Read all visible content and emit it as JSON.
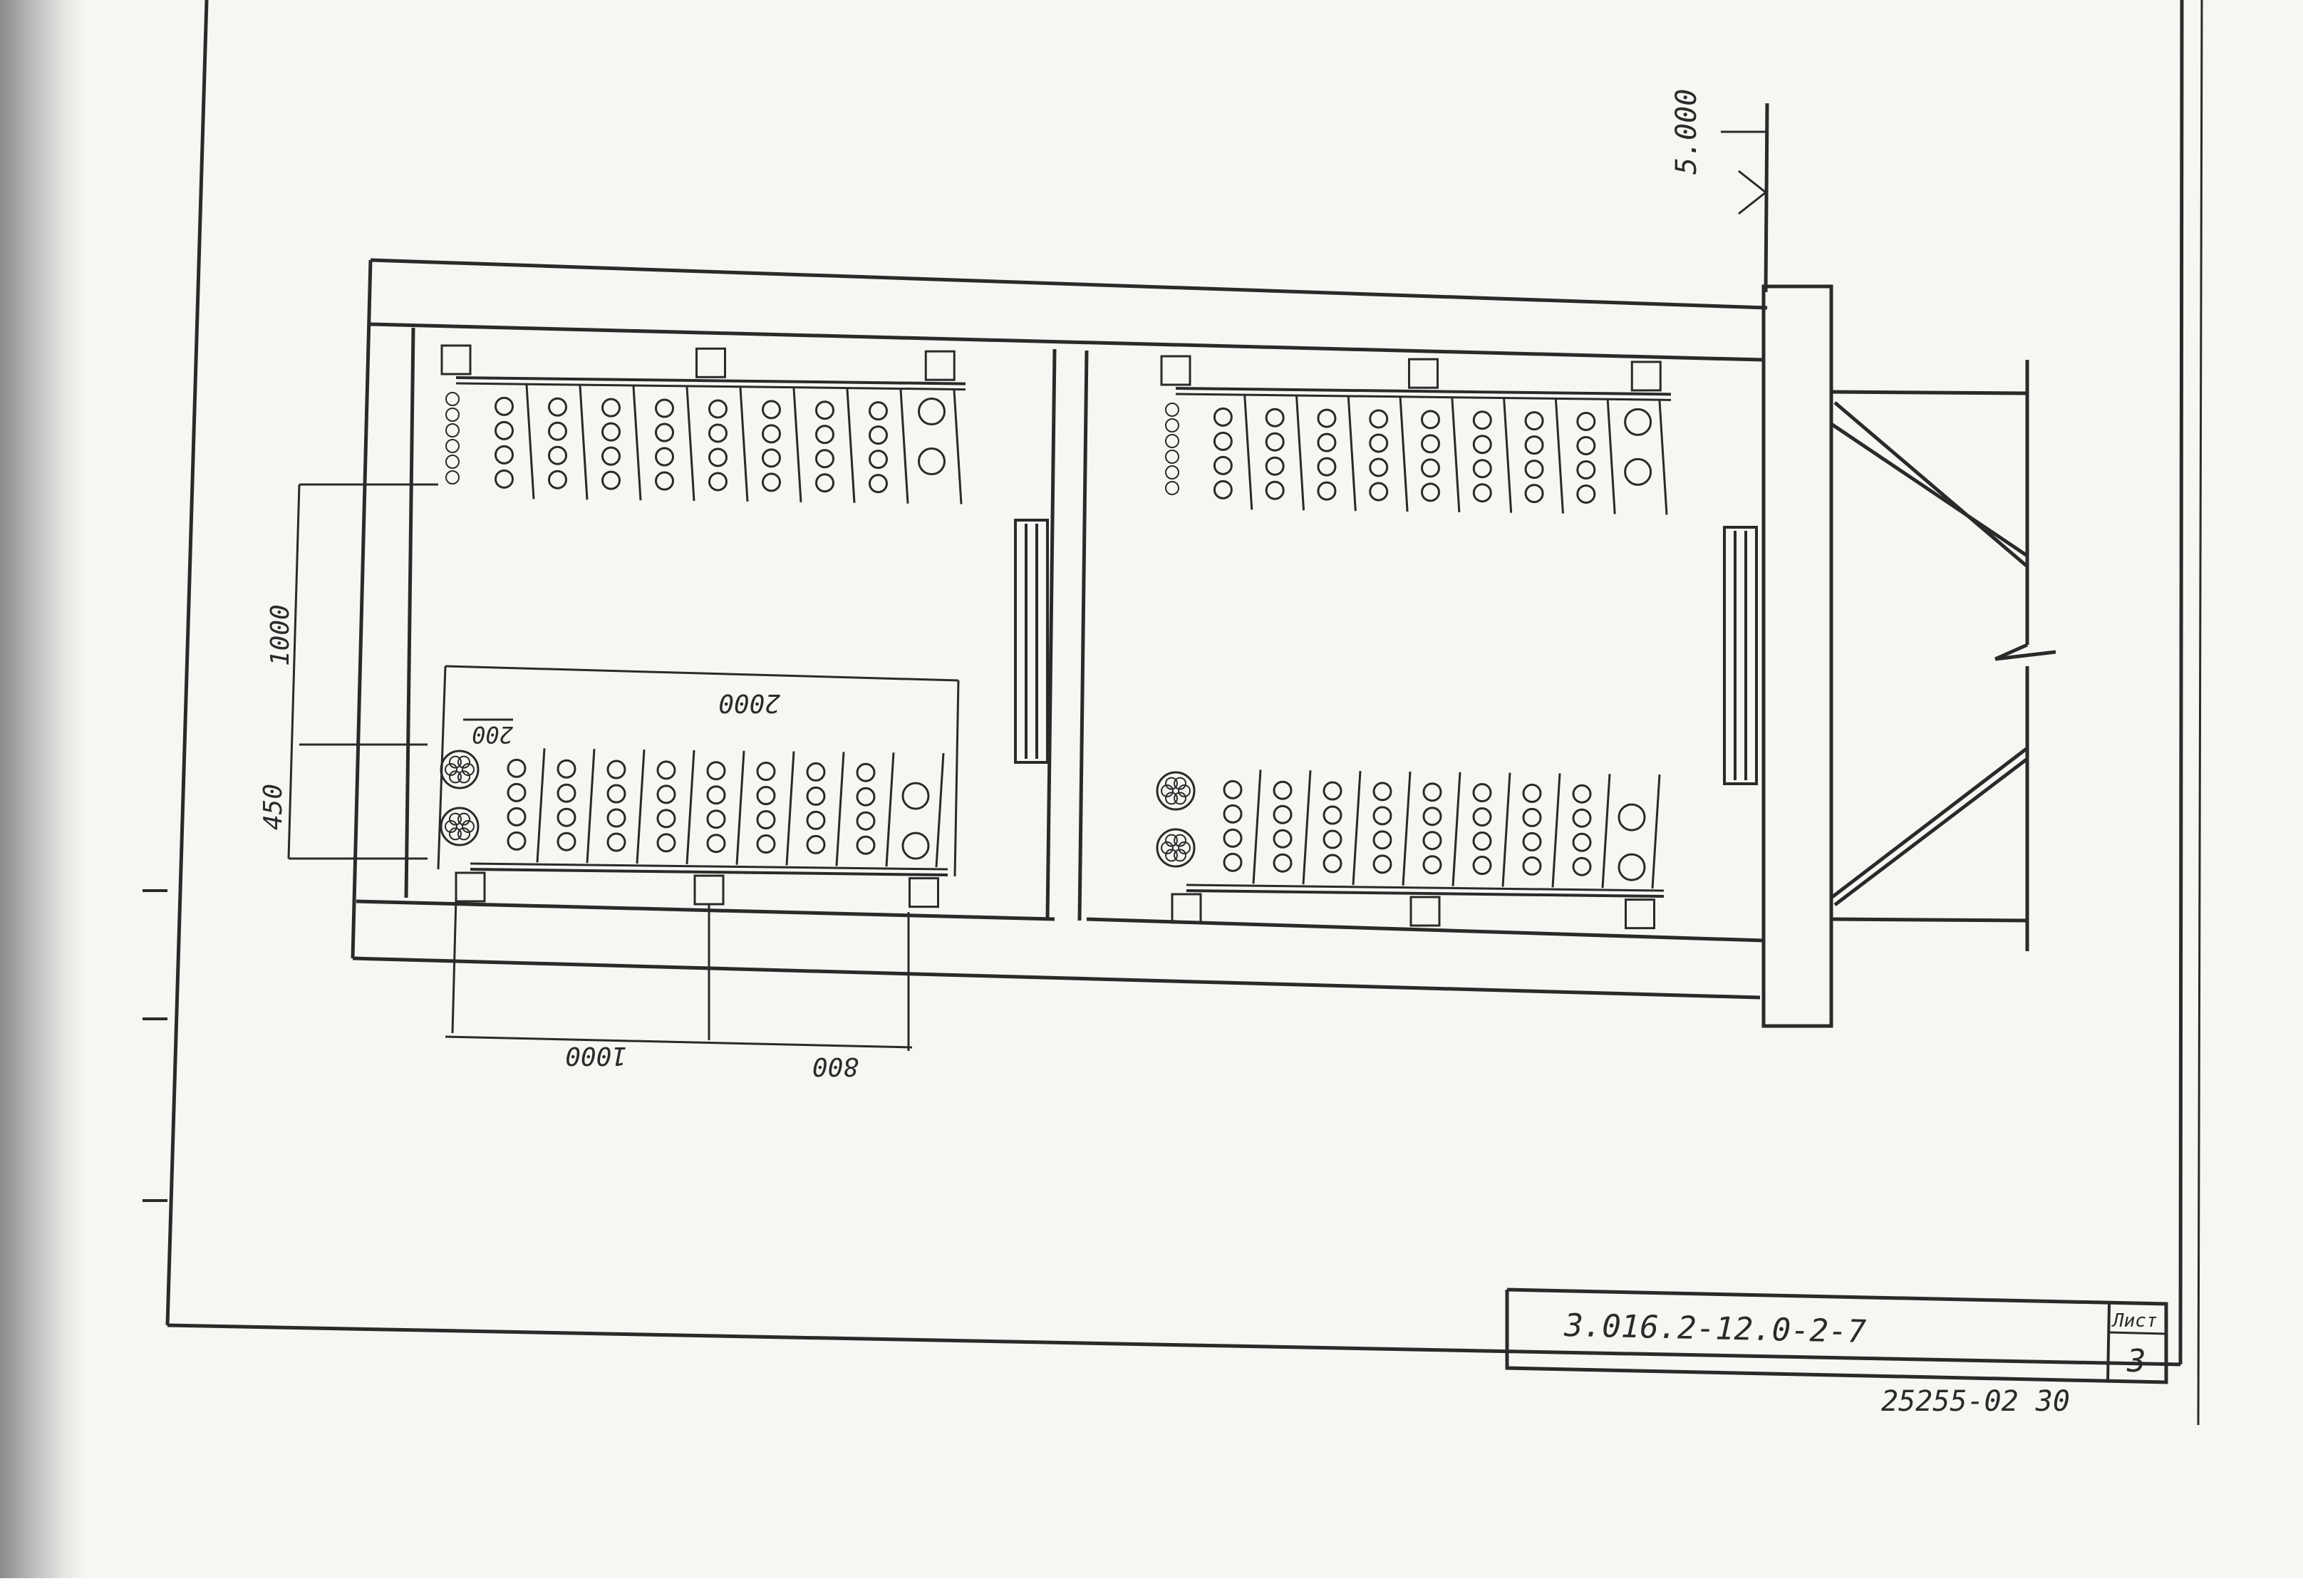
{
  "drawing": {
    "elevation_mark": "5.000",
    "dimensions": {
      "vertical_1000": "1000",
      "vertical_450": "450",
      "shelf_length_2000": "2000",
      "shelf_offset_200": "200",
      "bottom_1000": "1000",
      "bottom_800": "800"
    }
  },
  "title_block": {
    "document_code": "3.016.2-12.0-2-7",
    "sheet_label": "Лист",
    "sheet_number": "3",
    "archive_number": "25255-02 30"
  },
  "colors": {
    "ink": "#2a2a2a",
    "paper": "#f6f6f3"
  }
}
